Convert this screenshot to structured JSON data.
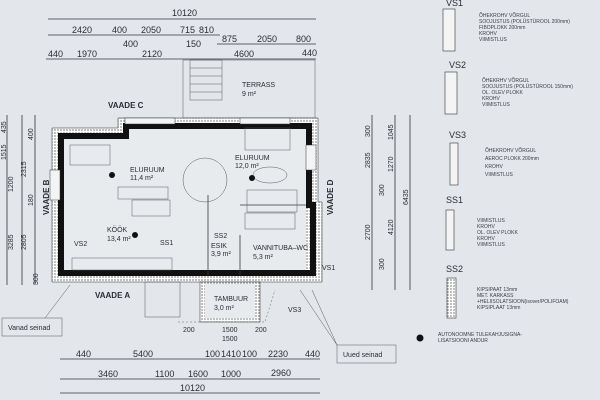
{
  "top_dims": {
    "overall": "10120",
    "row2": [
      "2420",
      "400",
      "2050",
      "715",
      "810"
    ],
    "row3": [
      "875",
      "2050",
      "800"
    ],
    "row4": [
      "440",
      "1970",
      "2120",
      "4600",
      "440"
    ],
    "callouts": [
      "400",
      "150"
    ]
  },
  "bottom_dims": {
    "upper": [
      "200",
      "1500",
      "200",
      "1500"
    ],
    "row1": [
      "440",
      "5400",
      "100",
      "1410",
      "100",
      "2230",
      "440"
    ],
    "row2": [
      "3460",
      "1100",
      "1600",
      "1000",
      "2960"
    ],
    "overall": "10120"
  },
  "left_dims": [
    "435",
    "1515",
    "1200",
    "3285",
    "400",
    "2315",
    "180",
    "2805",
    "300"
  ],
  "right_dims": [
    "300",
    "2835",
    "300",
    "2700",
    "300",
    "1045",
    "1270",
    "4120",
    "6435"
  ],
  "rooms": [
    {
      "name": "TERRASS",
      "area": "9   m²"
    },
    {
      "name": "ELURUUM",
      "area": "11,4 m²"
    },
    {
      "name": "ELURUUM",
      "area": "12,0 m²"
    },
    {
      "name": "KÖÖK",
      "area": "13,4 m²"
    },
    {
      "name": "ESIK",
      "area": "3,9 m²"
    },
    {
      "name": "VANNITUBA–WC",
      "area": "5,3 m²"
    },
    {
      "name": "TAMBUUR",
      "area": "3,0 m²"
    }
  ],
  "views": [
    "VAADE A",
    "VAADE B",
    "VAADE C",
    "VAADE D"
  ],
  "wall_tags": [
    "VS1",
    "VS2",
    "VS3",
    "SS1",
    "SS2"
  ],
  "notes": {
    "old_walls": "Vanad seinad",
    "new_walls": "Uued seinad"
  },
  "legend": [
    {
      "code": "VS1",
      "lines": [
        "ÕHEKROHV VÕRGUL",
        "SOOJUSTUS (POLÜSTÜROOL 200mm)",
        "FIBOPLOKK 200mm",
        "KROHV",
        "VIIMISTLUS"
      ]
    },
    {
      "code": "VS2",
      "lines": [
        "ÕHEKRHV VÕRGUL",
        "SOOJUSTUS (POLÜSTÜROOL 150mm)",
        "OL. OLEV PLOKK",
        "KROHV",
        "VIIMISTLUS"
      ]
    },
    {
      "code": "VS3",
      "lines": [
        "ÕHEKROHV VÕRGUL",
        "AEROC PLOKK 200mm",
        "KROHV",
        "VIIMISTLUS"
      ]
    },
    {
      "code": "SS1",
      "lines": [
        "VIIMISTLUS",
        "KROHV",
        "OL. OLEV PLOKK",
        "KROHV",
        "VIIMISTLUS"
      ]
    },
    {
      "code": "SS2",
      "lines": [
        "KIPSIPAAT 13mm",
        "MET. KARKASS",
        "+HELIISOLATSIOON(isover/POLIFOAM)",
        "KIPSIPLAAT 13mm"
      ]
    }
  ],
  "smoke_detector": [
    "AUTONOOMNE TULEKAHJUSIGNA-",
    "LISATSIOONI ANDUR"
  ]
}
